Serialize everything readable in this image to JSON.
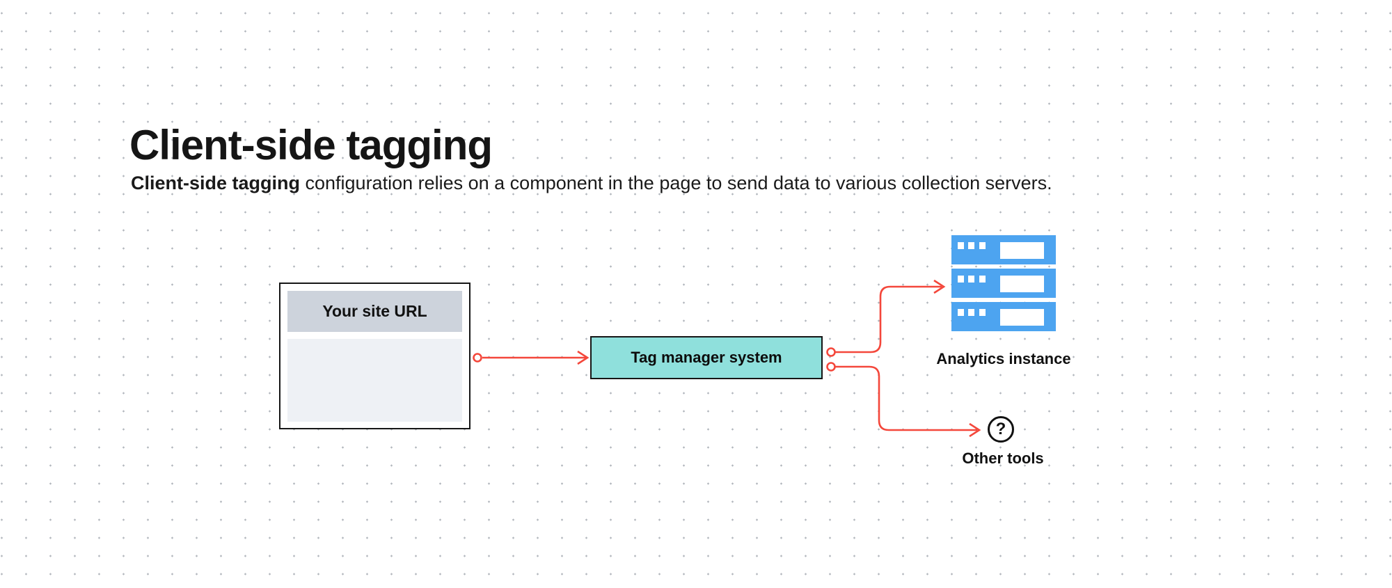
{
  "header": {
    "title": "Client-side tagging",
    "subtitle_bold": "Client-side tagging",
    "subtitle_rest": " configuration relies on a component in the page to send data to various collection servers."
  },
  "diagram": {
    "site_box": {
      "label": "Your site URL"
    },
    "tag_box": {
      "label": "Tag manager system"
    },
    "analytics": {
      "label": "Analytics instance",
      "icon": "server-stack-icon",
      "server_count": 3
    },
    "other_tools": {
      "label": "Other tools",
      "icon": "question-mark-icon",
      "icon_glyph": "?"
    },
    "colors": {
      "connector_red": "#F4473B",
      "tag_box_fill": "#8FE0DC",
      "server_blue": "#4DA4F0",
      "site_header_fill": "#CDD3DC",
      "site_body_fill": "#EEF1F5",
      "outline_black": "#161616",
      "dot_color": "#b4b9bf"
    }
  }
}
